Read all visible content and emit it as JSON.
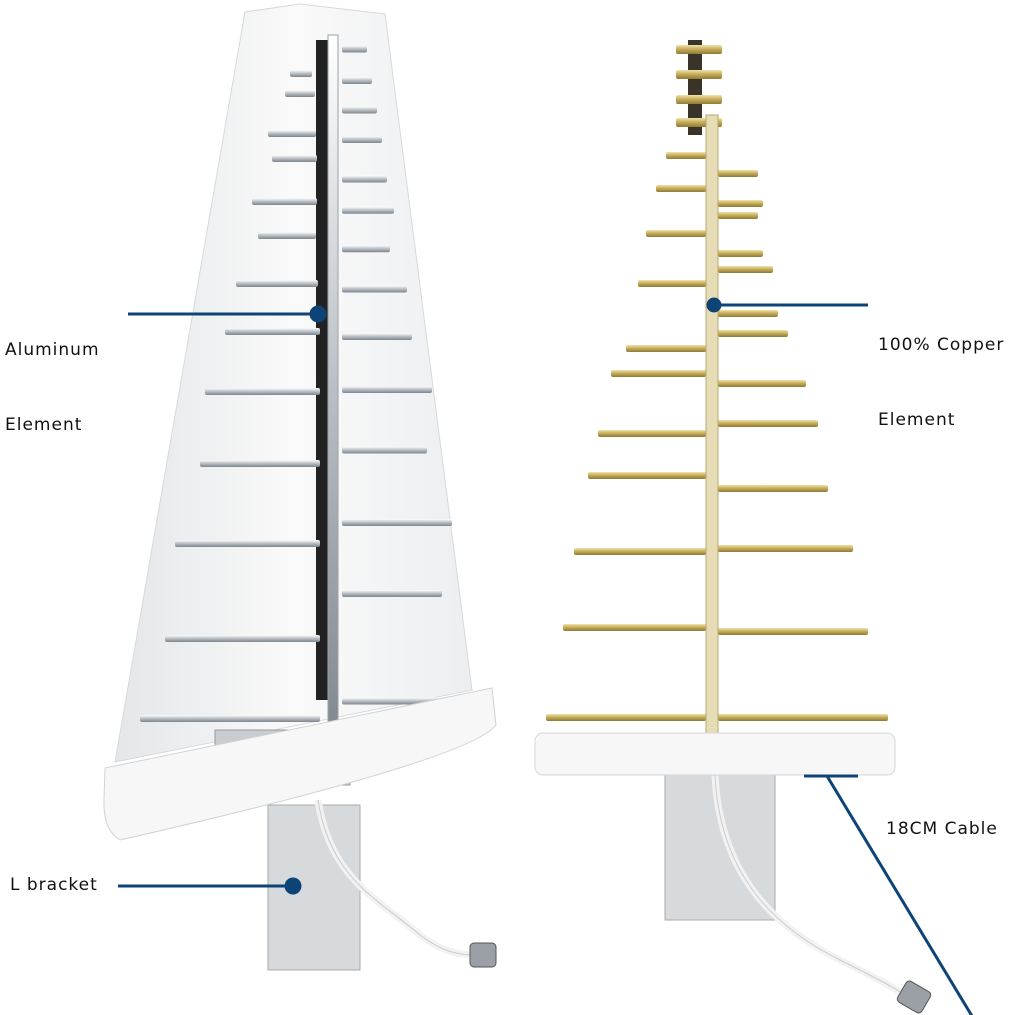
{
  "labels": {
    "aluminum_line1": "Aluminum",
    "aluminum_line2": "Element",
    "copper_line1": "100% Copper",
    "copper_line2": "Element",
    "bracket": "L bracket",
    "cable": "18CM Cable"
  },
  "colors": {
    "callout": "#0d4477",
    "copper": "#c9b46a",
    "aluminum": "#d9dde0",
    "panel": "#f4f5f6"
  }
}
